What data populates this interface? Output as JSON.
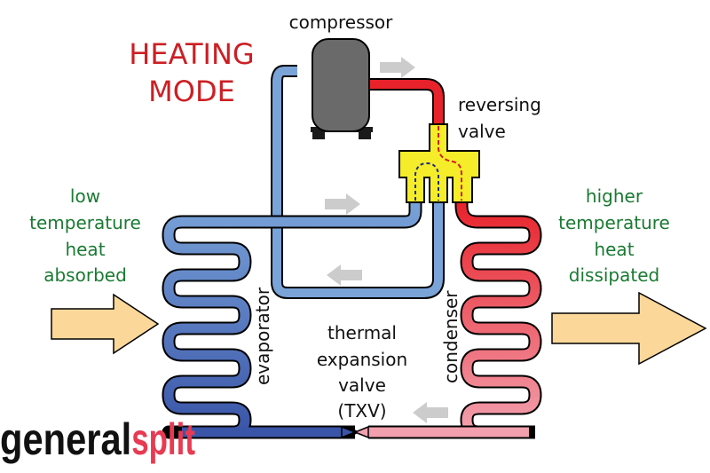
{
  "diagram": {
    "mode_title": [
      "HEATING",
      "MODE"
    ],
    "labels": {
      "compressor": "compressor",
      "reversing_valve": [
        "reversing",
        "valve"
      ],
      "evaporator": "evaporator",
      "condenser": "condenser",
      "txv": [
        "thermal",
        "expansion",
        "valve",
        "(TXV)"
      ],
      "left_heat": [
        "low",
        "temperature",
        "heat",
        "absorbed"
      ],
      "right_heat": [
        "higher",
        "temperature",
        "heat",
        "dissipated"
      ]
    },
    "logo": {
      "part1": "general",
      "part2": "split"
    },
    "colors": {
      "title_red": "#cc1f24",
      "green_text": "#1a7a32",
      "hot_red": "#e8222a",
      "warm_pink": "#f2a0ae",
      "cold_blue": "#7aa3d8",
      "deep_blue": "#3a55a8",
      "valve_yellow": "#f5ec2a",
      "compressor_gray": "#6a6a6a",
      "heat_arrow": "#fbd79a",
      "flow_arrow": "#cccccc"
    },
    "flow_arrows": [
      "compressor-out-right",
      "suction-in-right",
      "return-left",
      "liquid-left"
    ]
  }
}
